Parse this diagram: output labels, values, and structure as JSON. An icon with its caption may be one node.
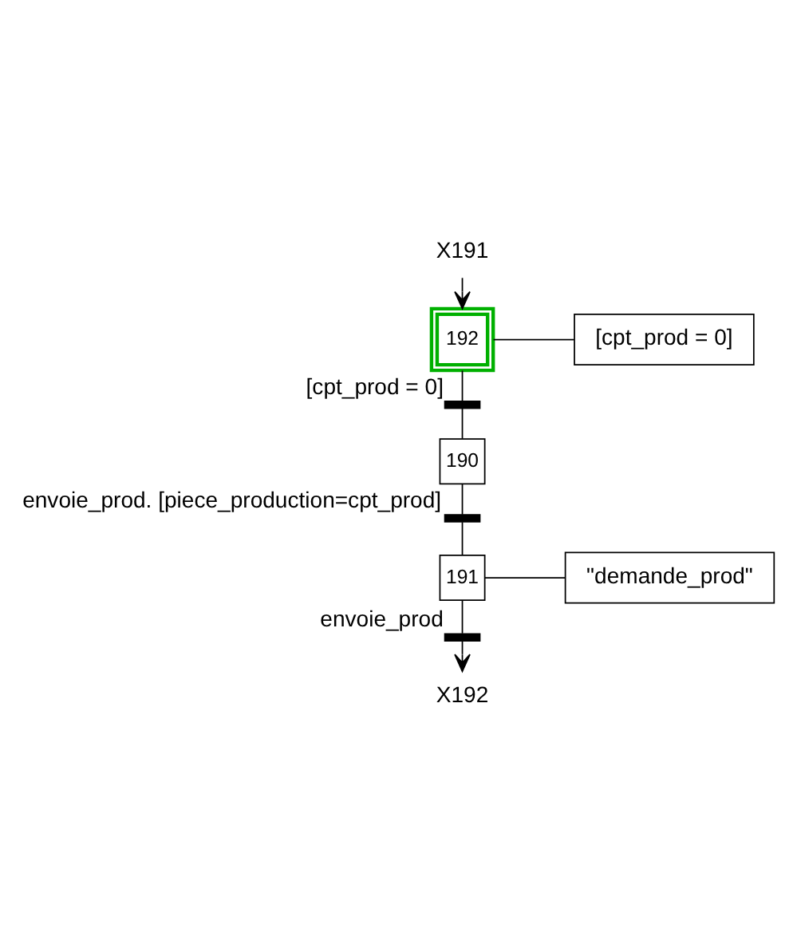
{
  "diagram": {
    "nodes": [
      {
        "text": [
          "X191"
        ]
      },
      {
        "text": [
          "192"
        ]
      },
      {
        "text": [
          "[cpt_prod = 0]"
        ]
      },
      {
        "text": [],
        "shape": "bar",
        "beside": [
          "[cpt_prod = 0]"
        ]
      },
      {
        "text": [
          "190"
        ]
      },
      {
        "text": [],
        "shape": "bar",
        "beside": [
          "envoie_prod. [piece_production=cpt_prod]"
        ]
      },
      {
        "text": [
          "191"
        ]
      },
      {
        "text": [
          "\"demande_prod\""
        ]
      },
      {
        "text": [],
        "shape": "bar",
        "beside": [
          "envoie_prod"
        ]
      },
      {
        "text": [
          "X192"
        ]
      }
    ],
    "edges": [
      {
        "from": 0,
        "to": 1,
        "arrow": "to"
      },
      {
        "from": 1,
        "to": 2,
        "arrow": "none"
      },
      {
        "from": 1,
        "to": 3,
        "arrow": "none"
      },
      {
        "from": 3,
        "to": 4,
        "arrow": "none"
      },
      {
        "from": 4,
        "to": 5,
        "arrow": "none"
      },
      {
        "from": 5,
        "to": 6,
        "arrow": "none"
      },
      {
        "from": 6,
        "to": 7,
        "arrow": "none"
      },
      {
        "from": 6,
        "to": 8,
        "arrow": "none"
      },
      {
        "from": 8,
        "to": 9,
        "arrow": "to"
      }
    ]
  }
}
